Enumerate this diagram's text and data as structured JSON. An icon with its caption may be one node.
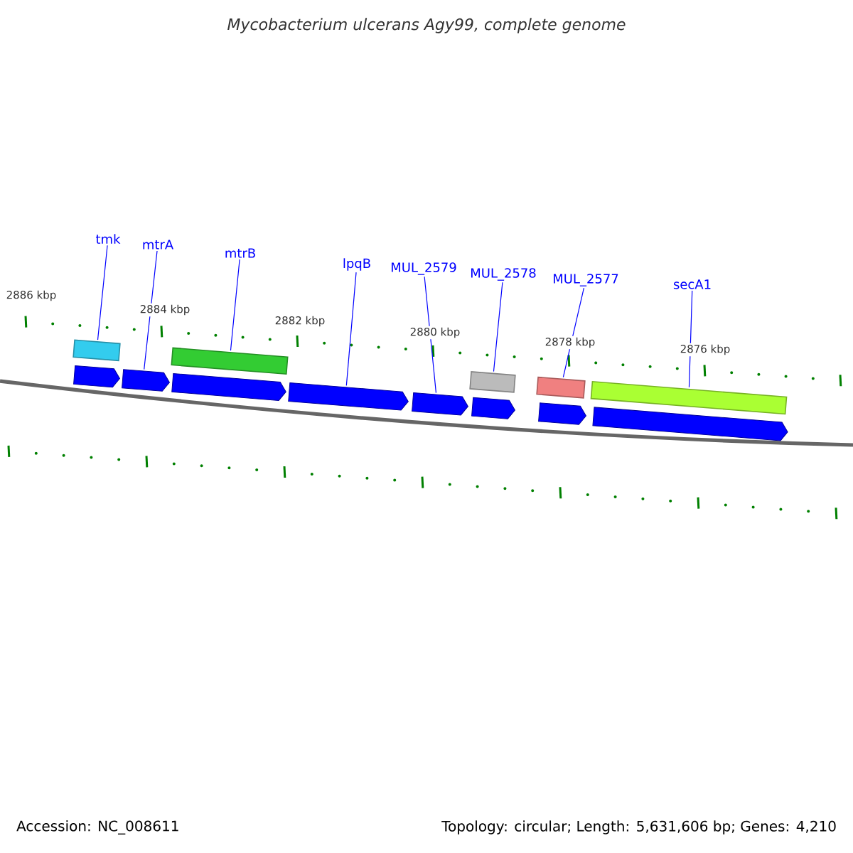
{
  "diagram": {
    "title": "Mycobacterium ulcerans Agy99, complete genome",
    "nodes": [
      {
        "text": [
          "tmk"
        ]
      },
      {
        "text": [
          "mtrA"
        ]
      },
      {
        "text": [
          "mtrB"
        ]
      },
      {
        "text": [
          "lpqB"
        ]
      },
      {
        "text": [
          "MUL_2579"
        ]
      },
      {
        "text": [
          "MUL_2578"
        ]
      },
      {
        "text": [
          "MUL_2577"
        ]
      },
      {
        "text": [
          "secA1"
        ]
      },
      {
        "text": [],
        "shape": "bar"
      },
      {
        "text": [],
        "shape": "bar"
      },
      {
        "text": [],
        "shape": "bar"
      },
      {
        "text": [],
        "shape": "bar"
      },
      {
        "text": [],
        "shape": "bar"
      },
      {
        "text": [],
        "shape": "arrow"
      },
      {
        "text": [],
        "shape": "arrow"
      },
      {
        "text": [],
        "shape": "arrow"
      },
      {
        "text": [],
        "shape": "arrow"
      },
      {
        "text": [],
        "shape": "arrow"
      },
      {
        "text": [],
        "shape": "arrow"
      },
      {
        "text": [],
        "shape": "arrow"
      },
      {
        "text": [],
        "shape": "arrow"
      }
    ],
    "edges": [
      {
        "from": 0,
        "to": 8,
        "arrow": "none"
      },
      {
        "from": 1,
        "to": 14,
        "arrow": "none"
      },
      {
        "from": 2,
        "to": 9,
        "arrow": "none"
      },
      {
        "from": 3,
        "to": 16,
        "arrow": "none"
      },
      {
        "from": 4,
        "to": 17,
        "arrow": "none"
      },
      {
        "from": 5,
        "to": 10,
        "arrow": "none"
      },
      {
        "from": 6,
        "to": 11,
        "arrow": "none"
      },
      {
        "from": 7,
        "to": 12,
        "arrow": "none"
      }
    ],
    "labels": [
      "2886 kbp",
      "2884 kbp",
      "2882 kbp",
      "2880 kbp",
      "2878 kbp",
      "2876 kbp",
      "Accession: NC_008611",
      "Topology: circular; Length: 5,631,606 bp; Genes: 4,210"
    ]
  }
}
